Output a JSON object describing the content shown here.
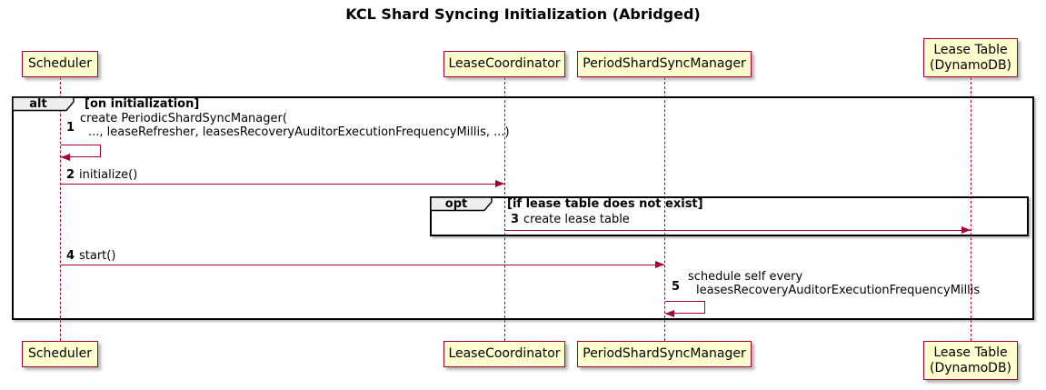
{
  "title": "KCL Shard Syncing Initialization (Abridged)",
  "colors": {
    "bg": "#FFFFFF",
    "text": "#000000",
    "participant_fill": "#FEFECE",
    "participant_border": "#A80036",
    "line": "#A80036",
    "frame_border": "#000000",
    "frame_label_fill": "#EEEEEE"
  },
  "participants": [
    {
      "name": "Scheduler",
      "lines": [
        "Scheduler"
      ]
    },
    {
      "name": "LeaseCoordinator",
      "lines": [
        "LeaseCoordinator"
      ]
    },
    {
      "name": "PeriodShardSyncManager",
      "lines": [
        "PeriodShardSyncManager"
      ]
    },
    {
      "name": "Lease Table (DynamoDB)",
      "lines": [
        "Lease Table",
        "(DynamoDB)"
      ]
    }
  ],
  "frames": {
    "alt": {
      "keyword": "alt",
      "guard": "[on initialization]"
    },
    "opt": {
      "keyword": "opt",
      "guard": "[if lease table does not exist]"
    }
  },
  "messages": [
    {
      "num": "1",
      "type": "self",
      "from": "Scheduler",
      "to": "Scheduler",
      "lines": [
        "create PeriodicShardSyncManager(",
        "..., leaseRefresher, leasesRecoveryAuditorExecutionFrequencyMillis, ...)"
      ]
    },
    {
      "num": "2",
      "type": "arrow",
      "from": "Scheduler",
      "to": "LeaseCoordinator",
      "lines": [
        "initialize()"
      ]
    },
    {
      "num": "3",
      "type": "arrow",
      "from": "LeaseCoordinator",
      "to": "Lease Table (DynamoDB)",
      "lines": [
        "create lease table"
      ]
    },
    {
      "num": "4",
      "type": "arrow",
      "from": "Scheduler",
      "to": "PeriodShardSyncManager",
      "lines": [
        "start()"
      ]
    },
    {
      "num": "5",
      "type": "self",
      "from": "PeriodShardSyncManager",
      "to": "PeriodShardSyncManager",
      "lines": [
        "schedule self every",
        "leasesRecoveryAuditorExecutionFrequencyMillis"
      ]
    }
  ]
}
